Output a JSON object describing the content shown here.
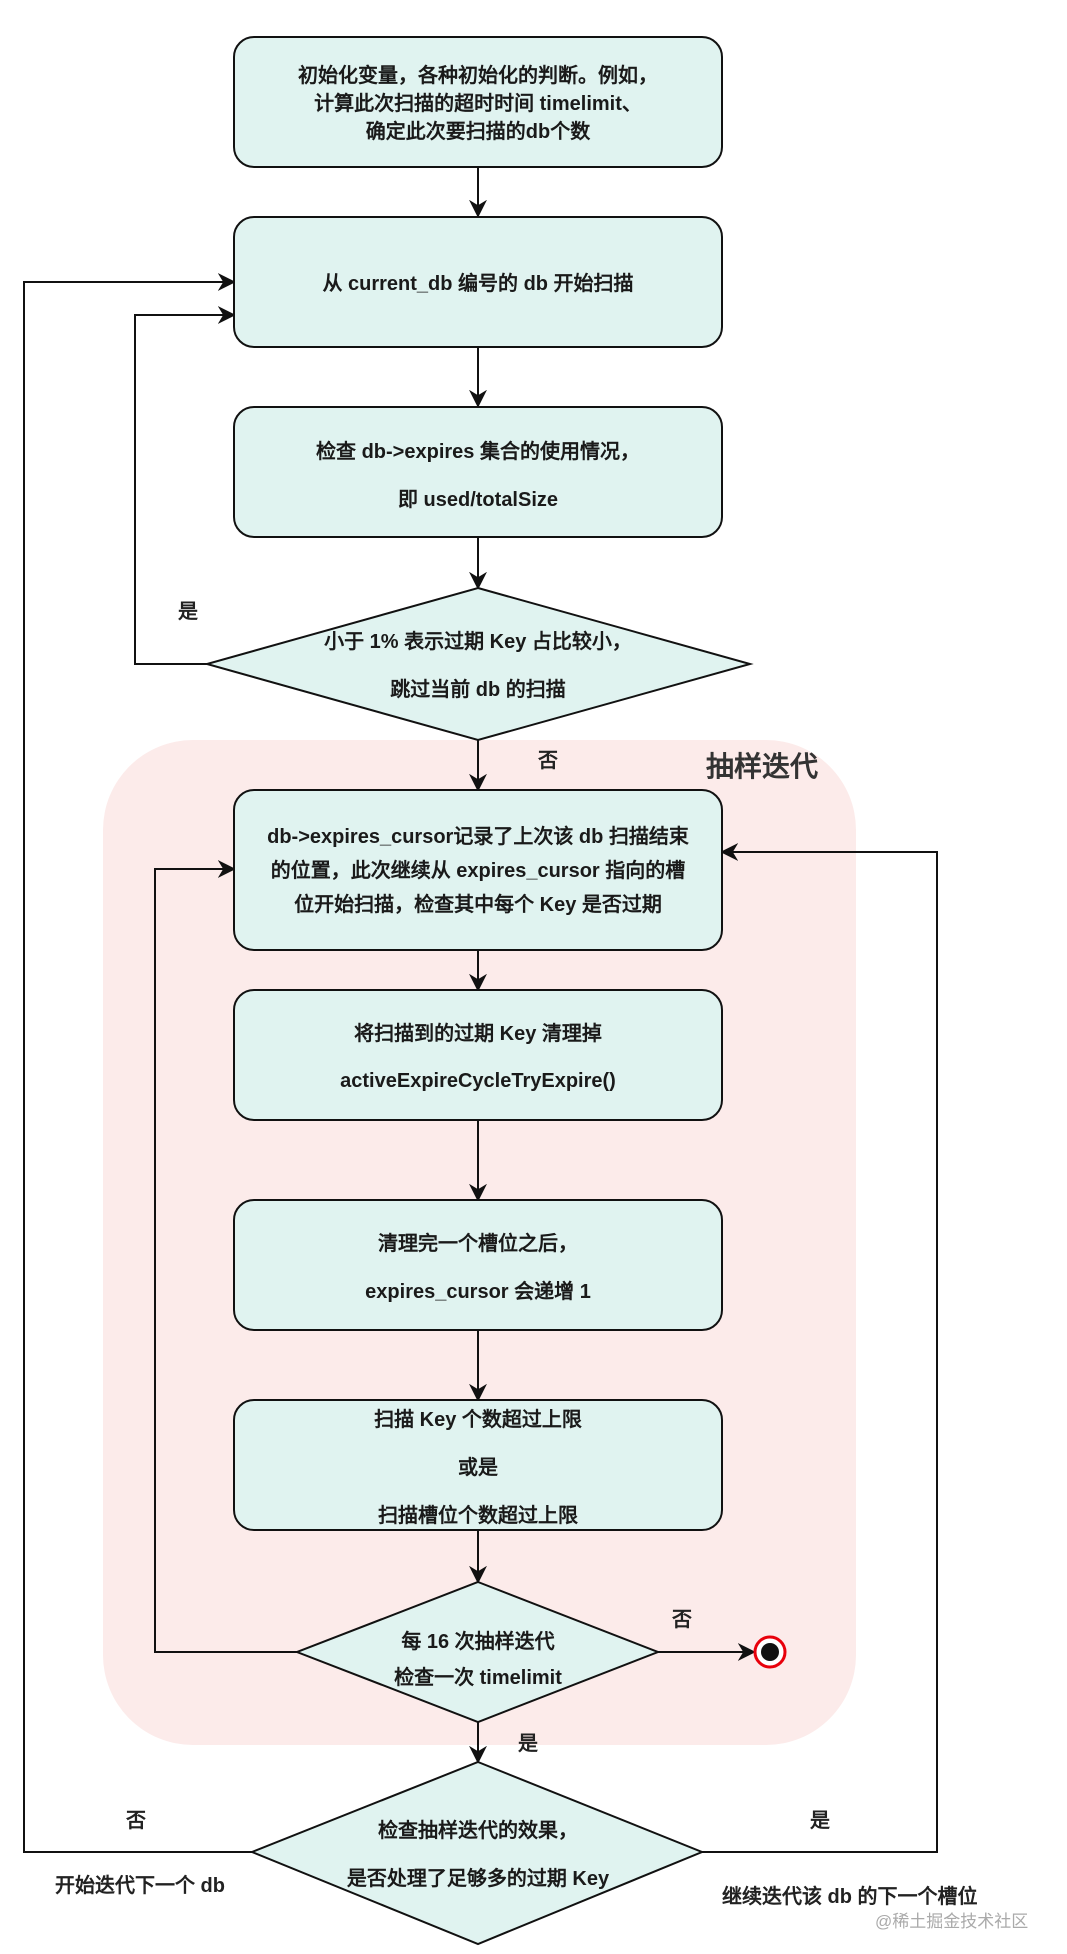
{
  "diagram": {
    "group_title": "抽样迭代",
    "colors": {
      "node_fill": "#e0f3f0",
      "group_fill": "#fcebea",
      "stroke": "#111111",
      "end_marker": "#e8000b"
    },
    "nodes": {
      "init": [
        "初始化变量，各种初始化的判断。例如，",
        "计算此次扫描的超时时间 timelimit、",
        "确定此次要扫描的db个数"
      ],
      "scan_start": [
        "从 current_db 编号的 db 开始扫描"
      ],
      "check_usage": [
        "检查 db->expires 集合的使用情况，",
        "即 used/totalSize"
      ],
      "decision_ratio": [
        "小于 1% 表示过期 Key 占比较小，",
        "跳过当前 db 的扫描"
      ],
      "cursor_scan": [
        "db->expires_cursor记录了上次该 db 扫描结束",
        "的位置，此次继续从 expires_cursor 指向的槽",
        "位开始扫描，检查其中每个 Key 是否过期"
      ],
      "clean_expired": [
        "将扫描到的过期 Key 清理掉",
        "activeExpireCycleTryExpire()"
      ],
      "cursor_increment": [
        "清理完一个槽位之后，",
        "expires_cursor 会递增 1"
      ],
      "limit_check": [
        "扫描 Key 个数超过上限",
        "或是",
        "扫描槽位个数超过上限"
      ],
      "decision_timelimit": [
        "每 16 次抽样迭代",
        "检查一次 timelimit"
      ],
      "decision_effect": [
        "检查抽样迭代的效果，",
        "是否处理了足够多的过期 Key"
      ]
    },
    "edge_labels": {
      "ratio_yes": "是",
      "ratio_no": "否",
      "timelimit_no": "否",
      "timelimit_yes": "是",
      "effect_no": "否",
      "effect_yes": "是"
    },
    "annotations": {
      "next_db": "开始迭代下一个 db",
      "next_slot": "继续迭代该 db 的下一个槽位"
    },
    "watermark": "@稀土掘金技术社区"
  }
}
